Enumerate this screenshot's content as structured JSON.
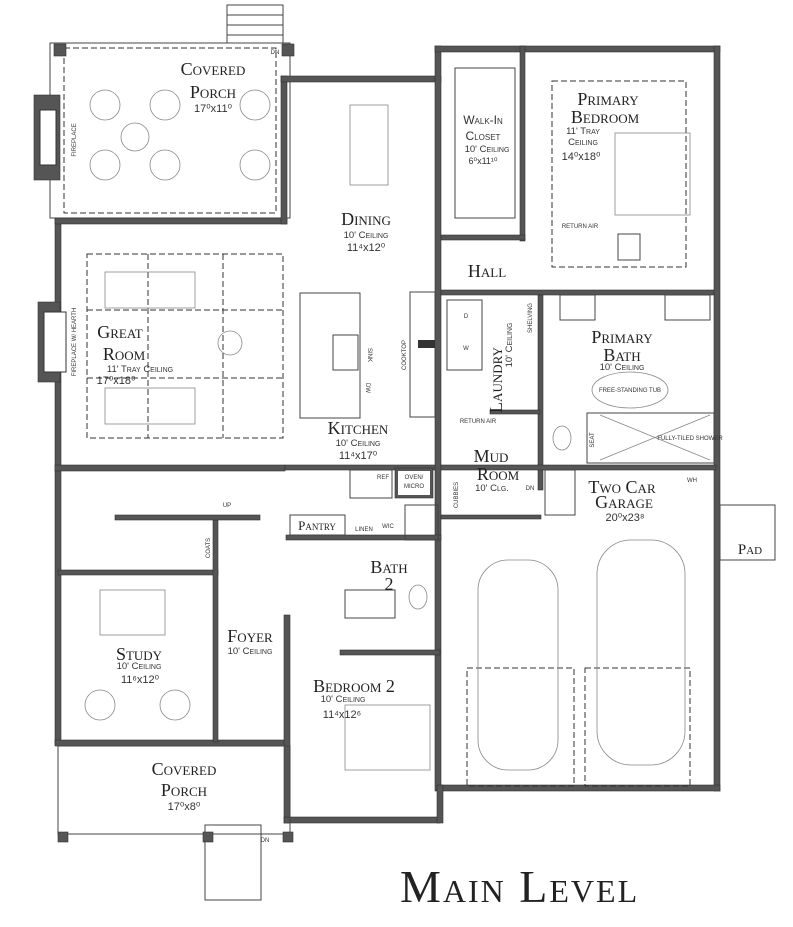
{
  "title": "Main Level",
  "rooms": {
    "covered_porch_rear": {
      "name_1": "Covered",
      "name_2": "Porch",
      "dims": "17⁰x11⁰",
      "fireplace": "FIREPLACE",
      "stair": "DN"
    },
    "dining": {
      "name": "Dining",
      "ceiling": "10' Ceiling",
      "dims": "11⁴x12⁰"
    },
    "great_room": {
      "name_1": "Great",
      "name_2": "Room",
      "ceiling": "11' Tray Ceiling",
      "dims": "17⁰x18⁰",
      "fireplace": "FIREPLACE W/ HEARTH"
    },
    "kitchen": {
      "name": "Kitchen",
      "ceiling": "10' Ceiling",
      "dims": "11⁴x17⁰",
      "sink": "SINK",
      "dw": "DW",
      "cooktop": "COOKTOP",
      "ref": "REF",
      "oven_1": "OVEN/",
      "oven_2": "MICRO"
    },
    "walk_in_closet": {
      "name_1": "Walk-In",
      "name_2": "Closet",
      "ceiling": "10' Ceiling",
      "dims": "6⁰x11¹⁰"
    },
    "primary_bedroom": {
      "name_1": "Primary",
      "name_2": "Bedroom",
      "ceiling_1": "11' Tray",
      "ceiling_2": "Ceiling",
      "dims": "14⁰x18⁰",
      "return_air": "RETURN AIR"
    },
    "hall": {
      "name": "Hall"
    },
    "laundry": {
      "name": "Laundry",
      "ceiling": "10' Ceiling",
      "shelving": "SHELVING",
      "dryer": "D",
      "washer": "W"
    },
    "primary_bath": {
      "name_1": "Primary",
      "name_2": "Bath",
      "ceiling": "10' Ceiling",
      "tub": "FREE-STANDING TUB",
      "shower": "FULLY-TILED SHOWER",
      "seat": "SEAT"
    },
    "mud_room": {
      "name_1": "Mud",
      "name_2": "Room",
      "ceiling": "10' Clg.",
      "cubbies": "CUBBIES",
      "return_air": "RETURN AIR",
      "stair": "DN"
    },
    "garage": {
      "name_1": "Two Car",
      "name_2": "Garage",
      "dims": "20⁰x23⁸",
      "wh": "WH"
    },
    "pad": {
      "name": "Pad"
    },
    "pantry": {
      "name": "Pantry"
    },
    "linen": {
      "name": "LINEN",
      "wic": "WIC"
    },
    "bath_2": {
      "name_1": "Bath",
      "name_2": "2"
    },
    "stairs": {
      "up": "UP",
      "coats": "COATS"
    },
    "study": {
      "name": "Study",
      "ceiling": "10' Ceiling",
      "dims": "11⁶x12⁰"
    },
    "foyer": {
      "name": "Foyer",
      "ceiling": "10' Ceiling"
    },
    "bedroom_2": {
      "name": "Bedroom 2",
      "ceiling": "10' Ceiling",
      "dims": "11⁴x12⁶"
    },
    "covered_porch_front": {
      "name_1": "Covered",
      "name_2": "Porch",
      "dims": "17⁰x8⁰",
      "stair": "DN"
    }
  }
}
